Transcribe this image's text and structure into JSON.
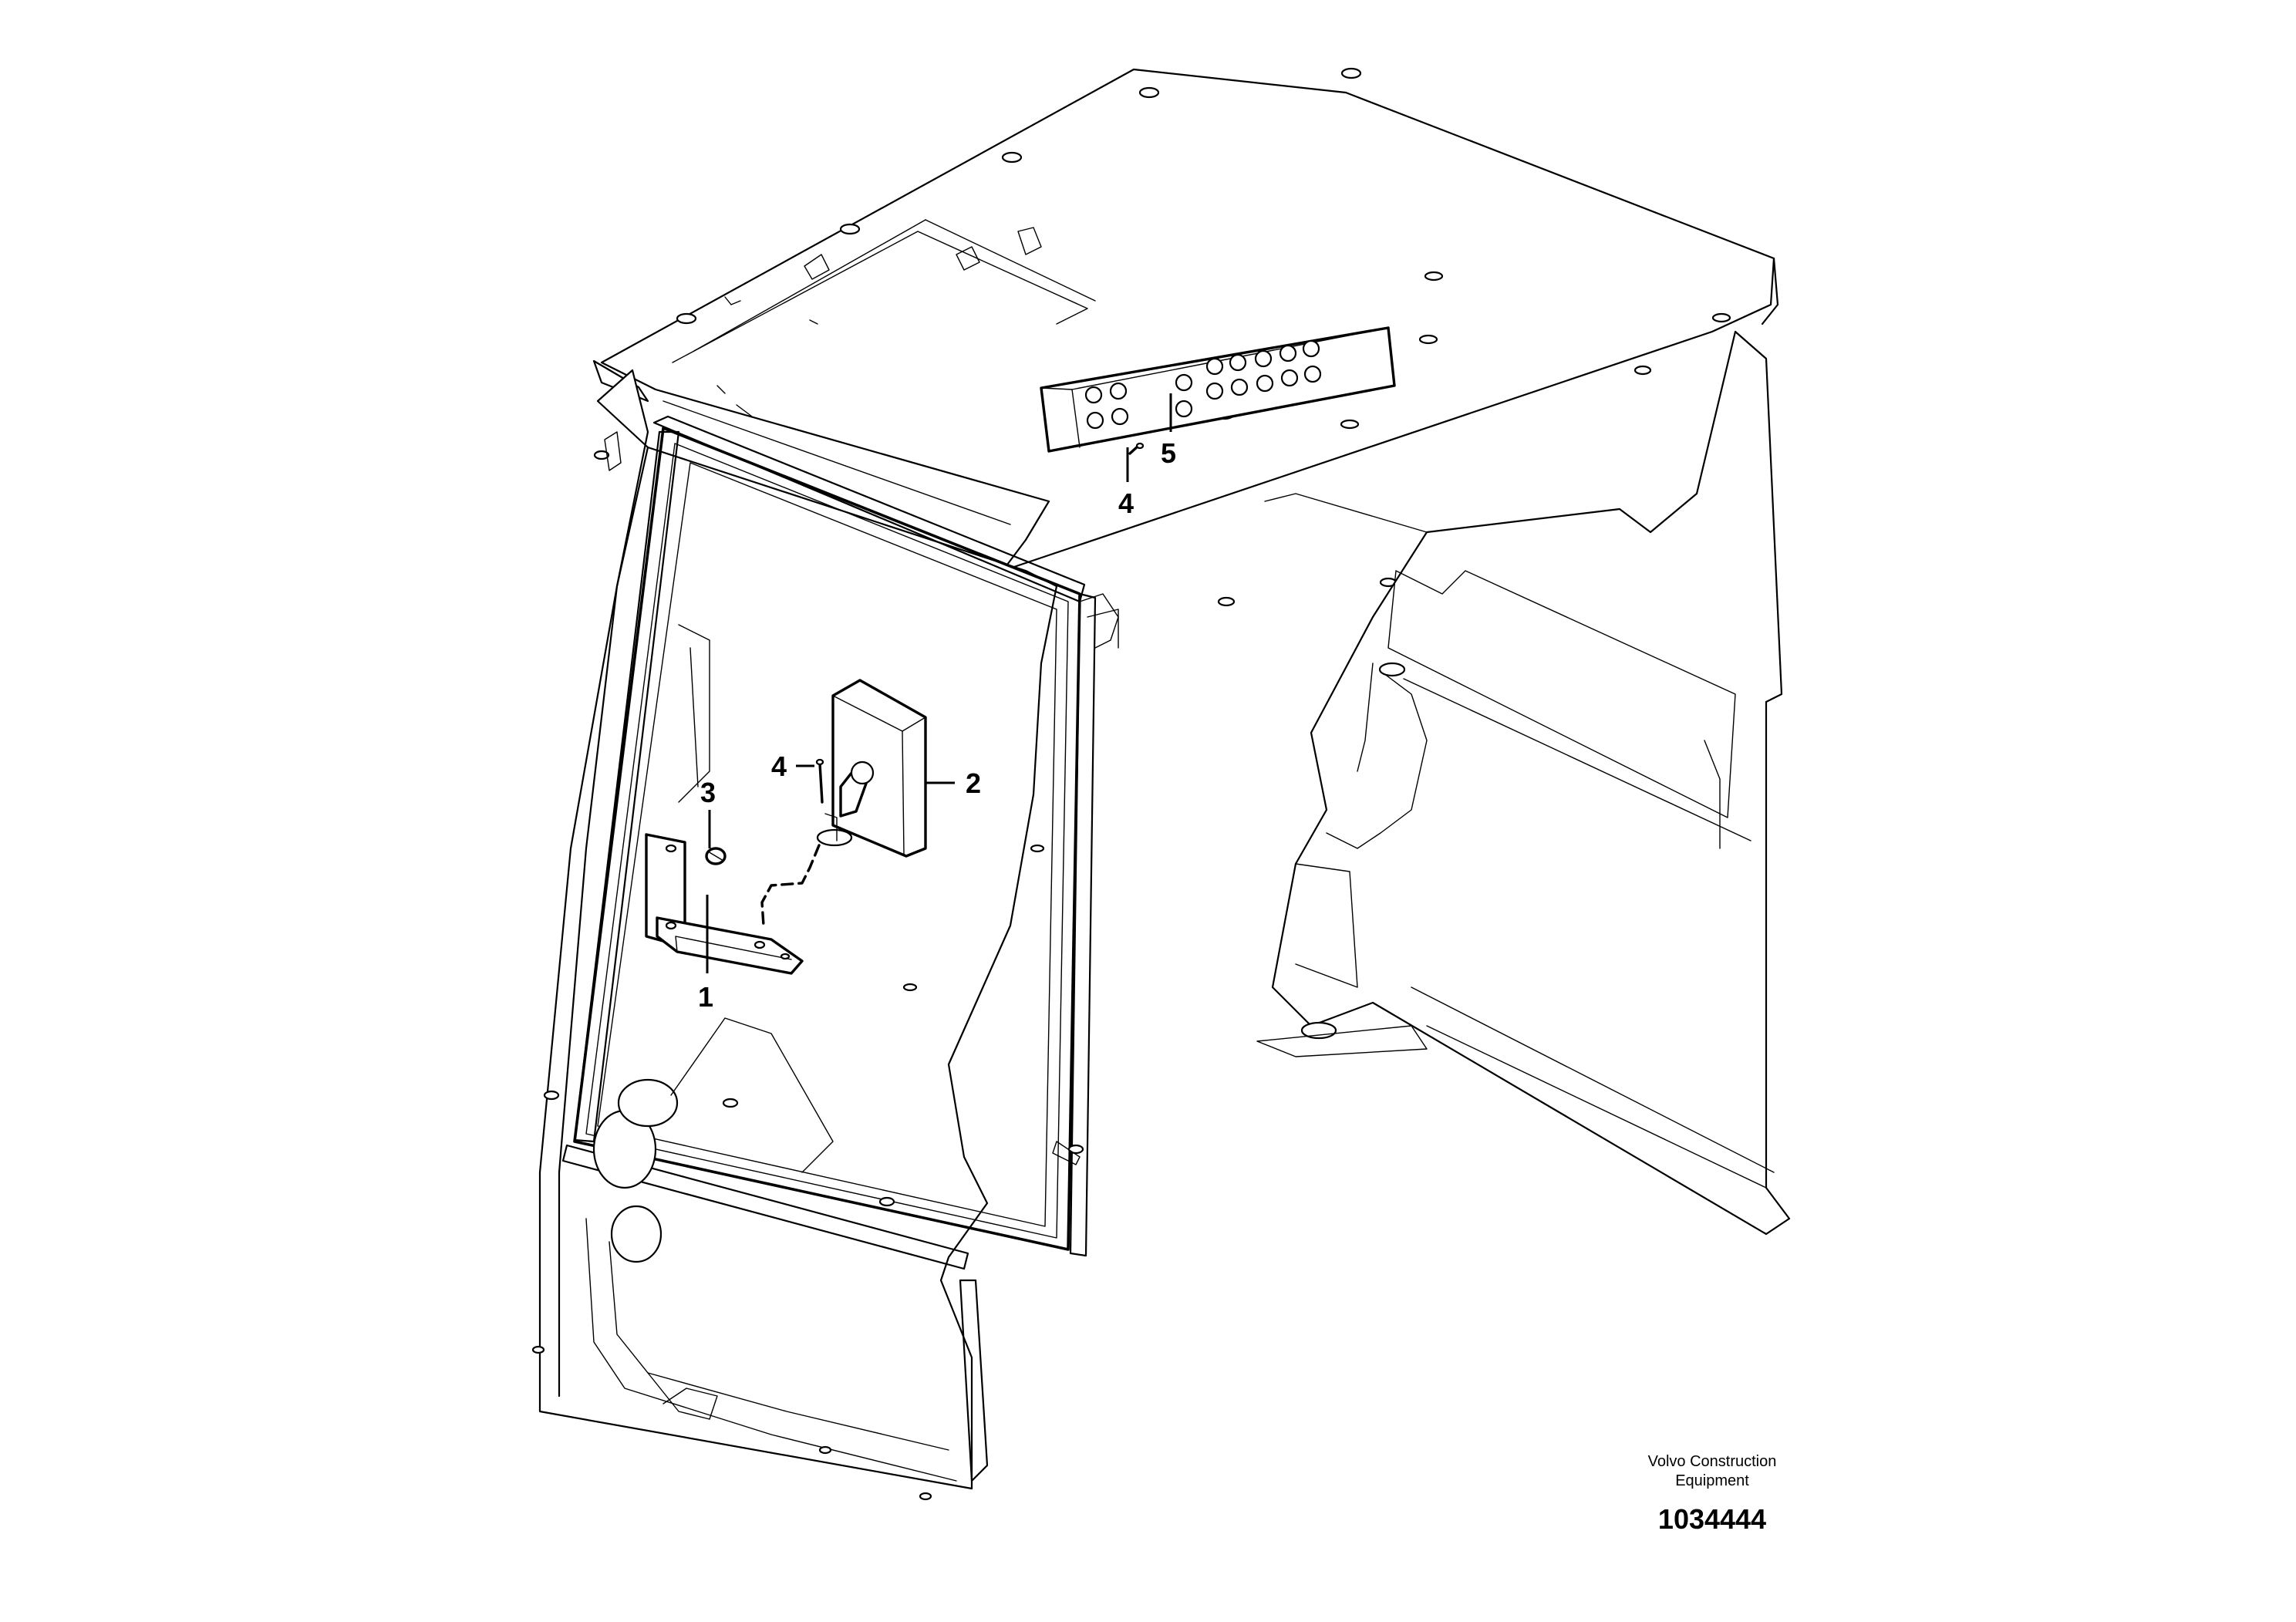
{
  "callouts": [
    {
      "id": "callout-1",
      "text": "1"
    },
    {
      "id": "callout-2",
      "text": "2"
    },
    {
      "id": "callout-3",
      "text": "3"
    },
    {
      "id": "callout-4a",
      "text": "4"
    },
    {
      "id": "callout-4b",
      "text": "4"
    },
    {
      "id": "callout-5",
      "text": "5"
    }
  ],
  "branding": {
    "line1": "Volvo Construction",
    "line2": "Equipment",
    "document_number": "1034444"
  }
}
